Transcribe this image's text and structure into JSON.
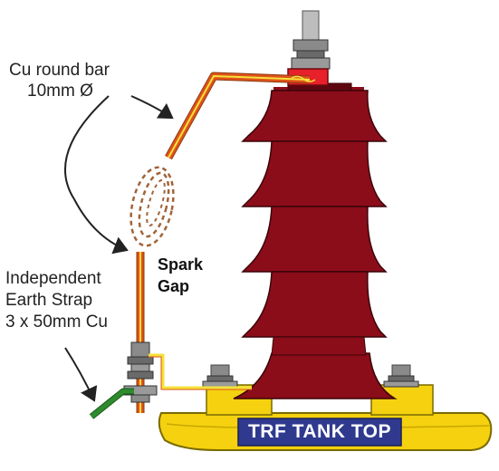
{
  "labels": {
    "cu_bar_line1": "Cu round bar",
    "cu_bar_line2": "10mm Ø",
    "earth_strap_line1": "Independent",
    "earth_strap_line2": "Earth Strap",
    "earth_strap_line3": "3 x 50mm Cu",
    "spark_gap_line1": "Spark",
    "spark_gap_line2": "Gap",
    "tank_plate": "TRF TANK TOP"
  },
  "colors": {
    "insulator": "#8c0d1a",
    "insulator_dark": "#5e0610",
    "tank_yellow": "#f5d10f",
    "plate_blue": "#2f3a8f",
    "bar_orange": "#e0521a",
    "bar_yellow": "#f4e23a",
    "bolt_grey": "#8a8a8a",
    "strap_green": "#2e8b2e",
    "spark_brown": "#a0643a",
    "connector_red": "#e8202a"
  }
}
